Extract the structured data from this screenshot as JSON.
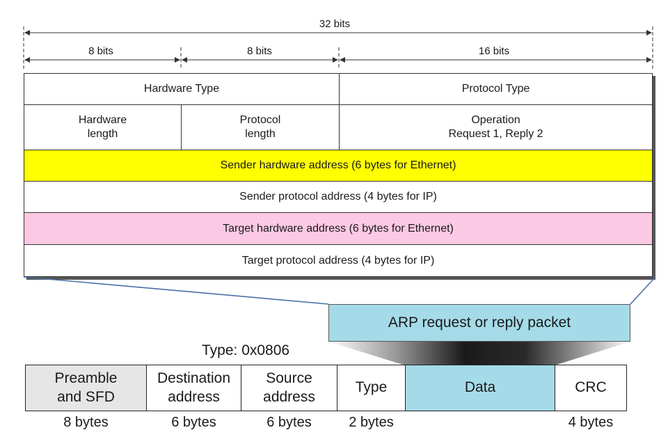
{
  "scale": {
    "total": "32 bits",
    "seg1": "8 bits",
    "seg2": "8 bits",
    "seg3": "16 bits"
  },
  "arp": {
    "hardware_type": "Hardware Type",
    "protocol_type": "Protocol Type",
    "hardware_length": [
      "Hardware",
      "length"
    ],
    "protocol_length": [
      "Protocol",
      "length"
    ],
    "operation": [
      "Operation",
      "Request 1, Reply 2"
    ],
    "sender_hw": "Sender hardware address (6 bytes for Ethernet)",
    "sender_proto": "Sender protocol address (4 bytes for IP)",
    "target_hw": "Target hardware address (6 bytes for Ethernet)",
    "target_proto": "Target protocol address (4 bytes for IP)"
  },
  "callout": "ARP request or reply packet",
  "type_note": "Type: 0x0806",
  "frame": {
    "preamble": [
      "Preamble",
      "and SFD"
    ],
    "destination": [
      "Destination",
      "address"
    ],
    "source": [
      "Source",
      "address"
    ],
    "type": "Type",
    "data": "Data",
    "crc": "CRC"
  },
  "sizes": {
    "preamble": "8 bytes",
    "destination": "6 bytes",
    "source": "6 bytes",
    "type": "2 bytes",
    "crc": "4 bytes"
  },
  "colors": {
    "sender_hw_fill": "#ffff00",
    "target_hw_fill": "#fbc9e4",
    "data_fill": "#a5dbe9",
    "preamble_fill": "#e6e6e6"
  }
}
